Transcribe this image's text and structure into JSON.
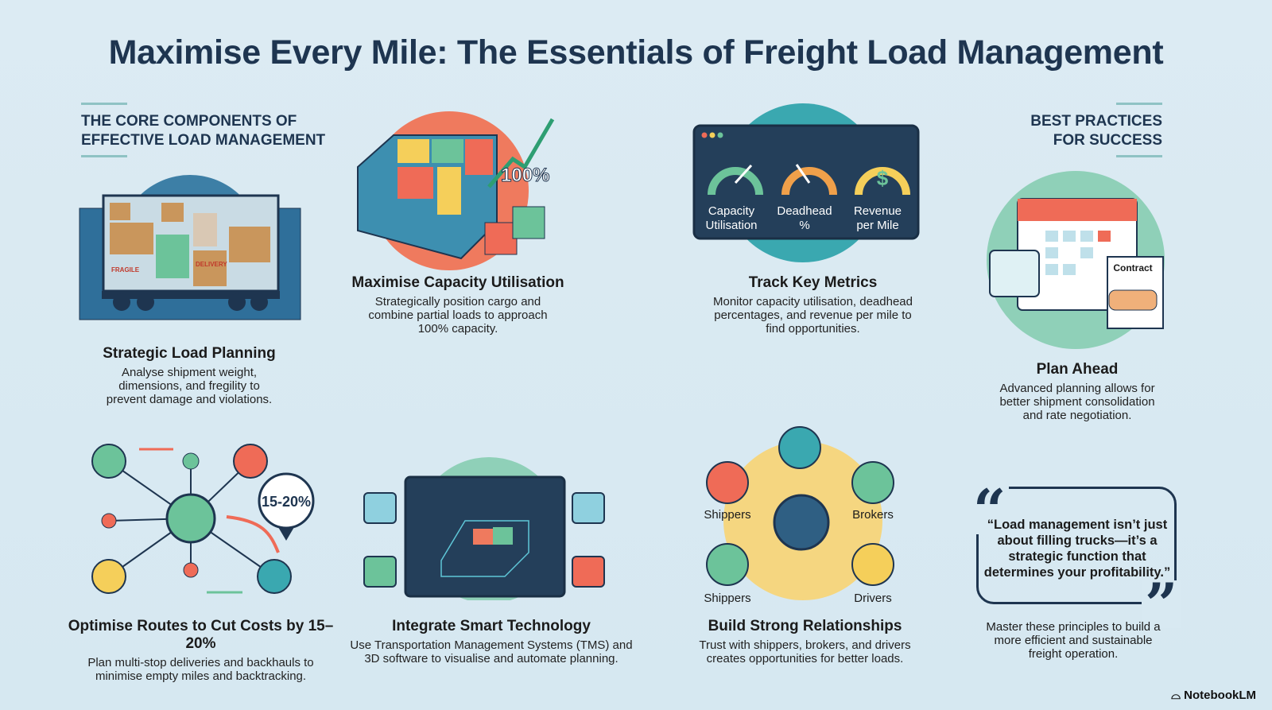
{
  "title": "Maximise Every Mile: The Essentials of Freight Load Management",
  "sections": {
    "left": "THE CORE COMPONENTS OF EFFECTIVE LOAD MANAGEMENT",
    "left_lines": [
      "THE CORE COMPONENTS OF",
      "EFFECTIVE LOAD MANAGEMENT"
    ],
    "right_lines": [
      "BEST PRACTICES",
      "FOR SUCCESS"
    ]
  },
  "cards": [
    {
      "title": "Strategic Load Planning",
      "text": "Analyse shipment weight, dimensions, and fregility to prevent damage and violations."
    },
    {
      "title": "Maximise Capacity Utilisation",
      "text": "Strategically position cargo and combine partial loads to approach 100% capacity."
    },
    {
      "title": "Track Key Metrics",
      "text": "Monitor capacity utilisation, deadhead percentages, and revenue per mile to find opportunities."
    },
    {
      "title": "Plan Ahead",
      "text": "Advanced planning allows for better shipment consolidation and rate negotiation."
    },
    {
      "title": "Optimise Routes to Cut Costs by 15–20%",
      "text": "Plan multi-stop deliveries and backhauls to minimise empty miles and backtracking."
    },
    {
      "title": "Integrate Smart Technology",
      "text": "Use Transportation Management Systems (TMS) and 3D software to visualise and automate planning."
    },
    {
      "title": "Build Strong Relationships",
      "text": "Trust with shippers, brokers, and drivers creates opportunities for better loads."
    }
  ],
  "illustrations": {
    "truck_labels": [
      "FRAGILE",
      "DELIVERY"
    ],
    "capacity_label": "100%",
    "gauges": [
      {
        "l1": "Capacity",
        "l2": "Utilisation"
      },
      {
        "l1": "Deadhead",
        "l2": "%"
      },
      {
        "l1": "Revenue",
        "l2": "per Mile"
      }
    ],
    "contract_label": "Contract",
    "route_badge": "15-20%",
    "people": [
      "Shippers",
      "Brokers",
      "Shippers",
      "Drivers"
    ]
  },
  "quote": "“Load management isn’t just about filling trucks—it’s a strategic function that determines your profitability.”",
  "closing": "Master these principles to build a more efficient and sustainable freight operation.",
  "brand": "NotebookLM",
  "colors": {
    "navy": "#1e3550",
    "teal": "#3aa8b0",
    "coral": "#ef6b57",
    "yellow": "#f5cf5a",
    "green": "#6cc39a",
    "background": "#dcebf3"
  }
}
